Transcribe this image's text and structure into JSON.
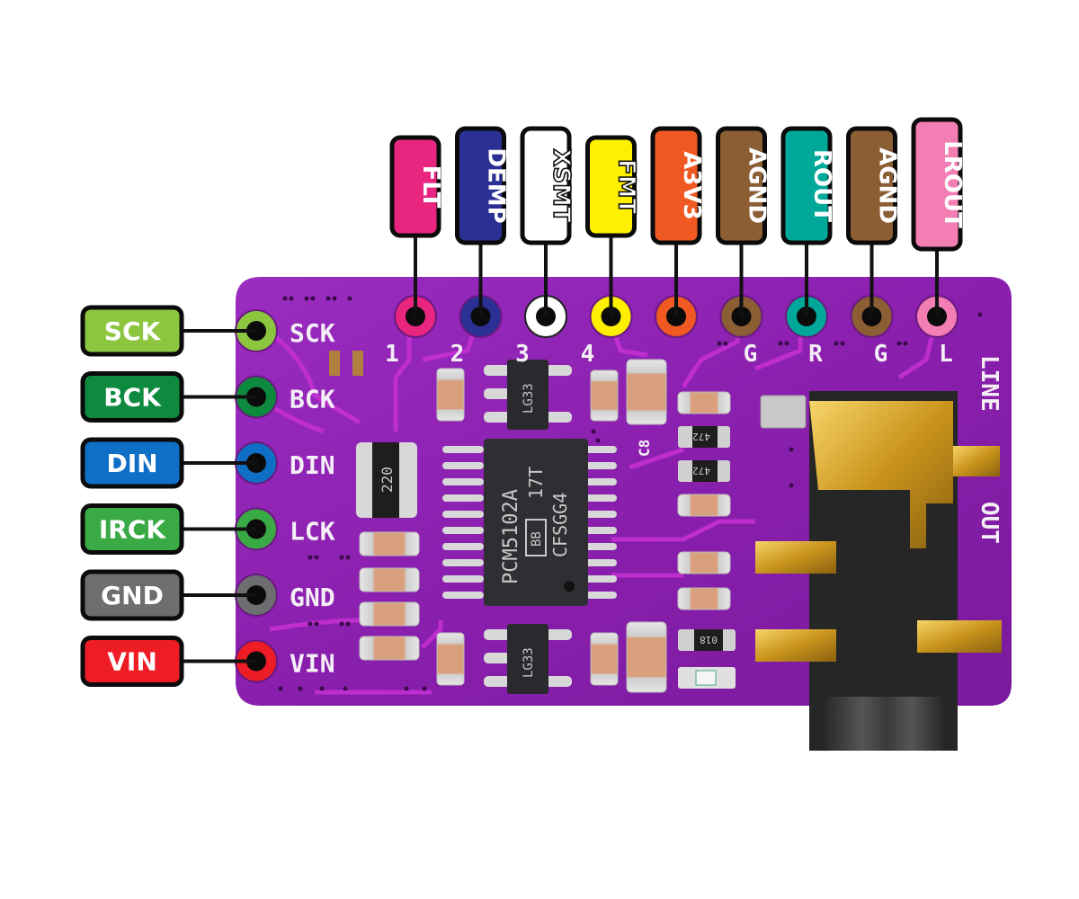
{
  "title": "PCM5102A I2S DAC Module Pinout",
  "board": {
    "pcb_color": "#8a1fb0",
    "trace_color": "#c42ccf",
    "main_chip": {
      "lines": [
        "PCM5102A",
        "17T",
        "CFSGG4"
      ],
      "logo": "BB"
    },
    "regulator_top": "LG33",
    "regulator_bottom": "LG33",
    "resistor_array": "220",
    "resistor_a": "472",
    "resistor_b": "472",
    "resistor_c": "018",
    "cap_label": "C8",
    "jack_label_1": "LINE",
    "jack_label_2": "OUT"
  },
  "top_pins": [
    {
      "label": "FLT",
      "color": "#e8257f",
      "text_color": "#ffffff",
      "silk": "1"
    },
    {
      "label": "DEMP",
      "color": "#2b3095",
      "text_color": "#ffffff",
      "silk": "2"
    },
    {
      "label": "XSMT",
      "color": "#ffffff",
      "text_color": "#ffffff",
      "silk": "3"
    },
    {
      "label": "FMT",
      "color": "#ffef00",
      "text_color": "#ffffff",
      "silk": "4"
    },
    {
      "label": "A3V3",
      "color": "#f05a22",
      "text_color": "#ffffff",
      "silk": ""
    },
    {
      "label": "AGND",
      "color": "#8b5e34",
      "text_color": "#ffffff",
      "silk": "G"
    },
    {
      "label": "ROUT",
      "color": "#00a89a",
      "text_color": "#ffffff",
      "silk": "R"
    },
    {
      "label": "AGND",
      "color": "#8b5e34",
      "text_color": "#ffffff",
      "silk": "G"
    },
    {
      "label": "LROUT",
      "color": "#f27eb3",
      "text_color": "#ffffff",
      "silk": "L"
    }
  ],
  "left_pins": [
    {
      "label": "SCK",
      "color": "#8cc63f",
      "silk": "SCK"
    },
    {
      "label": "BCK",
      "color": "#0e8a3e",
      "silk": "BCK"
    },
    {
      "label": "DIN",
      "color": "#0f6fc6",
      "silk": "DIN"
    },
    {
      "label": "IRCK",
      "color": "#3aaa45",
      "silk": "LCK"
    },
    {
      "label": "GND",
      "color": "#6d6e70",
      "silk": "GND"
    },
    {
      "label": "VIN",
      "color": "#ee1c24",
      "silk": "VIN"
    }
  ]
}
